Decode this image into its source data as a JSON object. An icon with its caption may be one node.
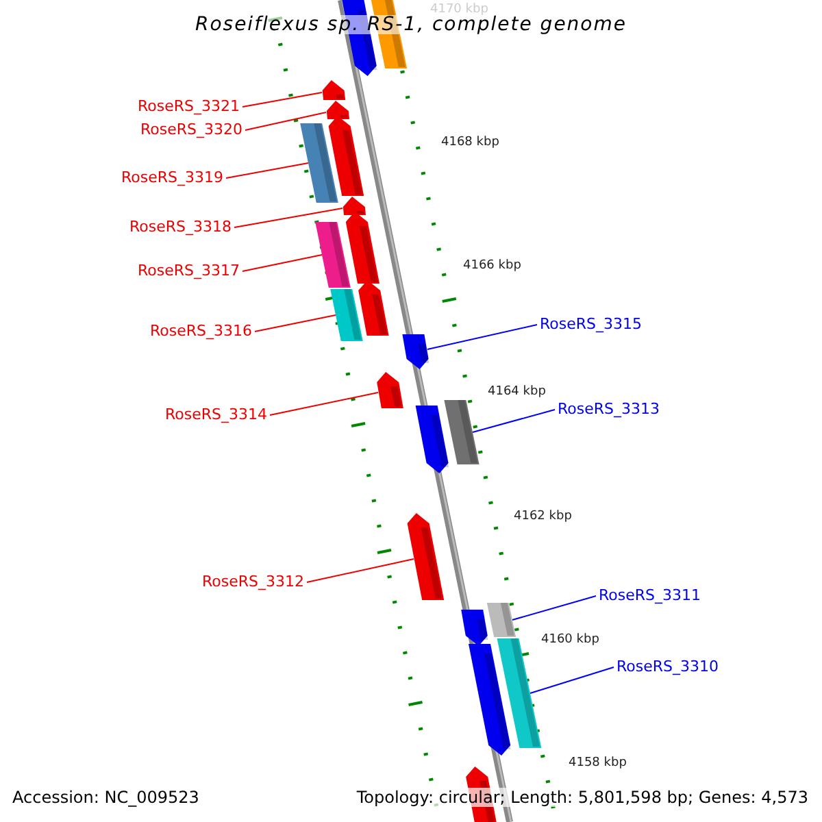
{
  "diagram": {
    "title": "Roseiflexus sp. RS-1, complete genome",
    "nodes": [
      {
        "text": [
          "RoseRS_3321"
        ]
      },
      {
        "text": [
          "RoseRS_3320"
        ]
      },
      {
        "text": [
          "RoseRS_3319"
        ]
      },
      {
        "text": [
          "RoseRS_3318"
        ]
      },
      {
        "text": [
          "RoseRS_3317"
        ]
      },
      {
        "text": [
          "RoseRS_3316"
        ]
      },
      {
        "text": [
          "RoseRS_3315"
        ]
      },
      {
        "text": [
          "RoseRS_3314"
        ]
      },
      {
        "text": [
          "RoseRS_3313"
        ]
      },
      {
        "text": [
          "RoseRS_3312"
        ]
      },
      {
        "text": [
          "RoseRS_3311"
        ]
      },
      {
        "text": [
          "RoseRS_3310"
        ]
      },
      {
        "text": [],
        "shape": "arrow"
      },
      {
        "text": [],
        "shape": "bar"
      },
      {
        "text": [],
        "shape": "arrow"
      },
      {
        "text": [],
        "shape": "arrow"
      },
      {
        "text": [],
        "shape": "bar"
      },
      {
        "text": [],
        "shape": "arrow"
      },
      {
        "text": [],
        "shape": "arrow"
      },
      {
        "text": [],
        "shape": "bar"
      },
      {
        "text": [],
        "shape": "arrow"
      },
      {
        "text": [],
        "shape": "bar"
      },
      {
        "text": [],
        "shape": "arrow"
      },
      {
        "text": [],
        "shape": "arrow"
      },
      {
        "text": [],
        "shape": "arrow"
      },
      {
        "text": [],
        "shape": "arrow"
      },
      {
        "text": [],
        "shape": "bar"
      },
      {
        "text": [],
        "shape": "arrow"
      },
      {
        "text": [],
        "shape": "arrow"
      },
      {
        "text": [],
        "shape": "bar"
      },
      {
        "text": [],
        "shape": "arrow"
      },
      {
        "text": [],
        "shape": "bar"
      },
      {
        "text": [],
        "shape": "arrow"
      }
    ],
    "edges": [
      {
        "from": 0,
        "to": 14,
        "arrow": "none"
      },
      {
        "from": 1,
        "to": 15,
        "arrow": "none"
      },
      {
        "from": 2,
        "to": 16,
        "arrow": "none"
      },
      {
        "from": 3,
        "to": 18,
        "arrow": "none"
      },
      {
        "from": 4,
        "to": 19,
        "arrow": "none"
      },
      {
        "from": 5,
        "to": 21,
        "arrow": "none"
      },
      {
        "from": 6,
        "to": 23,
        "arrow": "none",
        "color": "#0000ff"
      },
      {
        "from": 7,
        "to": 24,
        "arrow": "none"
      },
      {
        "from": 8,
        "to": 26,
        "arrow": "none",
        "color": "#0000ff"
      },
      {
        "from": 9,
        "to": 27,
        "arrow": "none"
      },
      {
        "from": 10,
        "to": 29,
        "arrow": "none",
        "color": "#0000ff"
      },
      {
        "from": 11,
        "to": 31,
        "arrow": "none",
        "color": "#0000ff"
      }
    ],
    "labels": [
      "4170 kbp",
      "4168 kbp",
      "4166 kbp",
      "4164 kbp",
      "4162 kbp",
      "4160 kbp",
      "4158 kbp",
      "Accession: NC_009523",
      "Topology: circular; Length: 5,801,598 bp; Genes: 4,573"
    ]
  }
}
